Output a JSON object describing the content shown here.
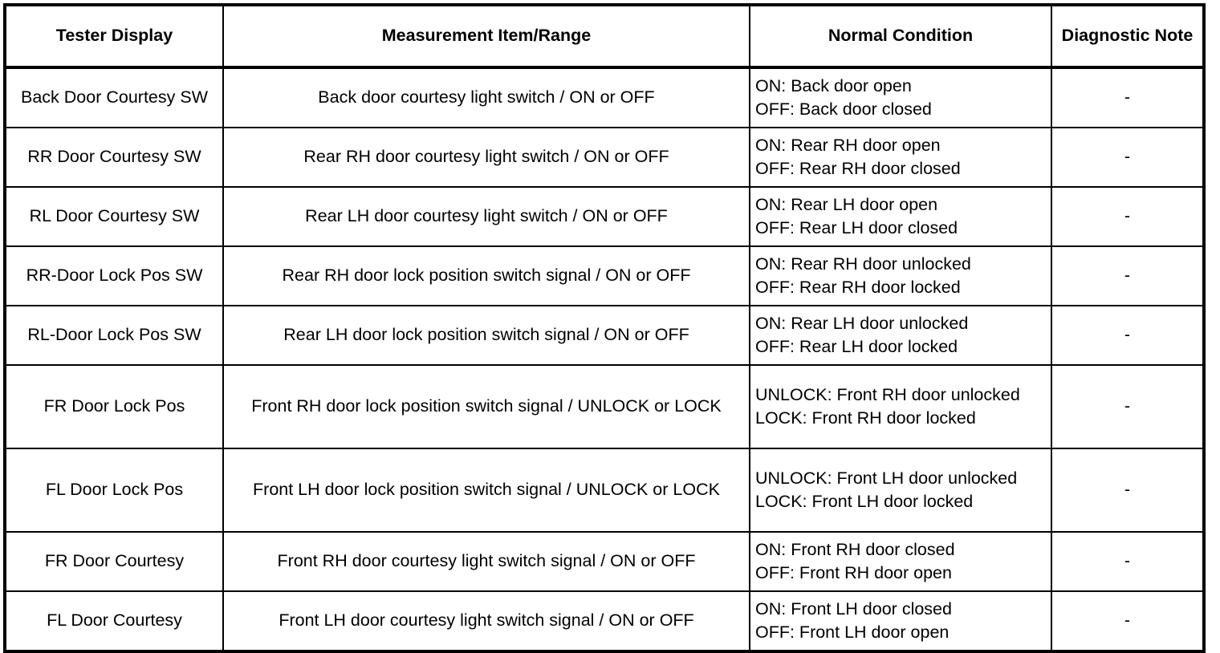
{
  "table": {
    "headers": [
      {
        "label": "Tester Display",
        "name": "header-tester-display"
      },
      {
        "label": "Measurement Item/Range",
        "name": "header-measurement-item-range"
      },
      {
        "label": "Normal Condition",
        "name": "header-normal-condition"
      },
      {
        "label": "Diagnostic Note",
        "name": "header-diagnostic-note"
      }
    ],
    "rows": [
      {
        "tester_display": "Back Door Courtesy SW",
        "measurement": "Back door courtesy light switch / ON or OFF",
        "condition_lines": [
          "ON: Back door open",
          "OFF: Back door closed"
        ],
        "note": "-"
      },
      {
        "tester_display": "RR Door Courtesy SW",
        "measurement": "Rear RH door courtesy light switch / ON or OFF",
        "condition_lines": [
          "ON: Rear RH door open",
          "OFF: Rear RH door closed"
        ],
        "note": "-"
      },
      {
        "tester_display": "RL Door Courtesy SW",
        "measurement": "Rear LH door courtesy light switch / ON or OFF",
        "condition_lines": [
          "ON: Rear LH door open",
          "OFF: Rear LH door closed"
        ],
        "note": "-"
      },
      {
        "tester_display": "RR-Door Lock Pos SW",
        "measurement": "Rear RH door lock position switch signal / ON or OFF",
        "condition_lines": [
          "ON: Rear RH door unlocked",
          "OFF: Rear RH door locked"
        ],
        "note": "-"
      },
      {
        "tester_display": "RL-Door Lock Pos SW",
        "measurement": "Rear LH door lock position switch signal / ON or OFF",
        "condition_lines": [
          "ON: Rear LH door unlocked",
          "OFF: Rear LH door locked"
        ],
        "note": "-"
      },
      {
        "tester_display": "FR Door Lock Pos",
        "measurement": "Front RH door lock position switch signal / UNLOCK or LOCK",
        "condition_lines": [
          "UNLOCK: Front RH door unlocked",
          "LOCK: Front RH door locked"
        ],
        "note": "-"
      },
      {
        "tester_display": "FL Door Lock Pos",
        "measurement": "Front LH door lock position switch signal / UNLOCK or LOCK",
        "condition_lines": [
          "UNLOCK: Front LH door unlocked",
          "LOCK: Front LH door locked"
        ],
        "note": "-"
      },
      {
        "tester_display": "FR Door Courtesy",
        "measurement": "Front RH door courtesy light switch signal / ON or OFF",
        "condition_lines": [
          "ON: Front RH door closed",
          "OFF: Front RH door open"
        ],
        "note": "-"
      },
      {
        "tester_display": "FL Door Courtesy",
        "measurement": "Front LH door courtesy light switch signal / ON or OFF",
        "condition_lines": [
          "ON: Front LH door closed",
          "OFF: Front LH door open"
        ],
        "note": "-"
      }
    ]
  }
}
